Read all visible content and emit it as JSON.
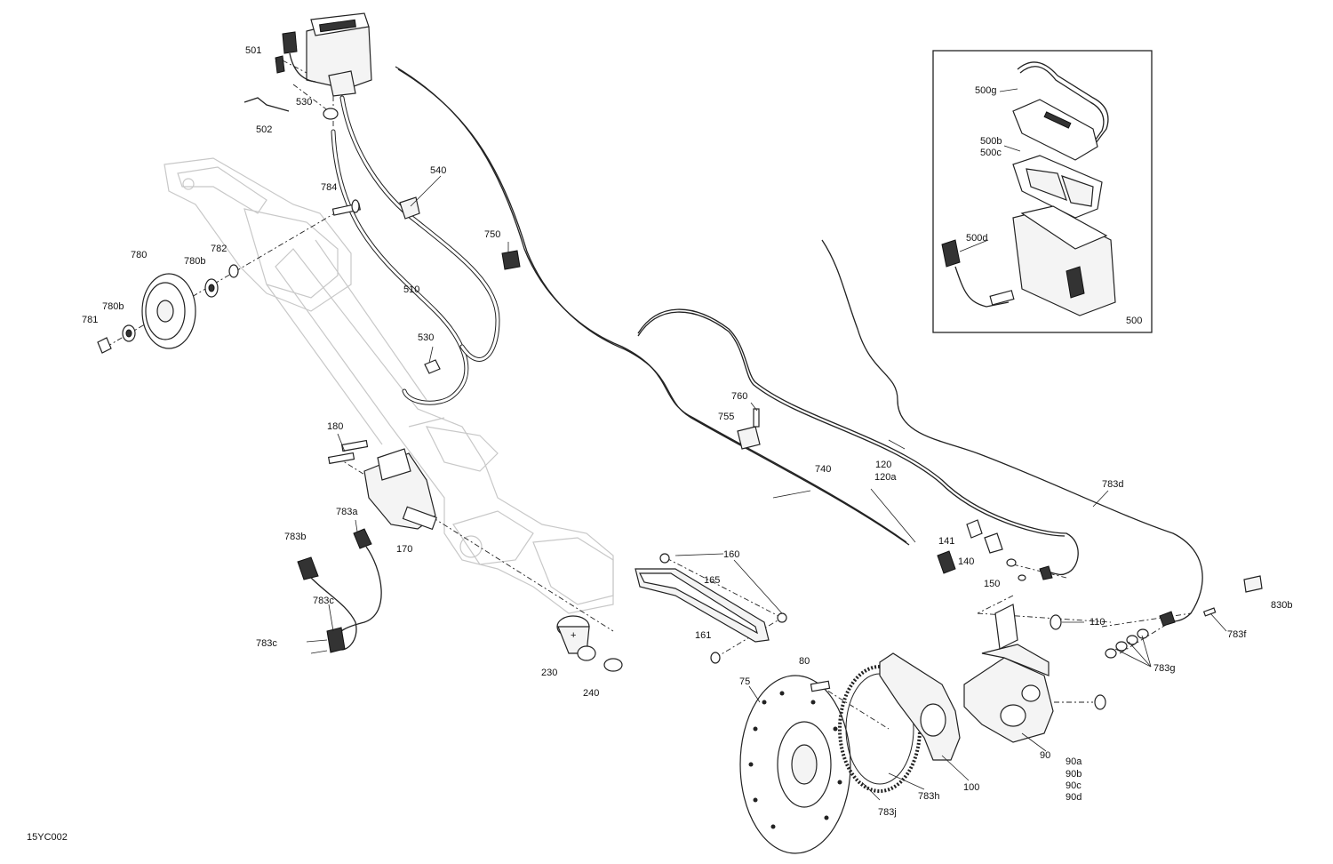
{
  "diagram_code": "15YC002",
  "inset_part": "500",
  "labels": {
    "l501": "501",
    "l502": "502",
    "l530a": "530",
    "l540": "540",
    "l784": "784",
    "l750": "750",
    "l510": "510",
    "l530b": "530",
    "l780": "780",
    "l780b_top": "780b",
    "l782": "782",
    "l780b_left": "780b",
    "l781": "781",
    "l180": "180",
    "l170": "170",
    "l783a": "783a",
    "l783b": "783b",
    "l783c_a": "783c",
    "l783c_b": "783c",
    "l230": "230",
    "l240": "240",
    "l160": "160",
    "l165": "165",
    "l161": "161",
    "l80": "80",
    "l75": "75",
    "l760": "760",
    "l755": "755",
    "l740": "740",
    "l120": "120",
    "l120a": "120a",
    "l783d": "783d",
    "l141": "141",
    "l140": "140",
    "l150": "150",
    "l110": "110",
    "l830b": "830b",
    "l783f": "783f",
    "l783g": "783g",
    "l90": "90",
    "l90a": "90a",
    "l90b": "90b",
    "l90c": "90c",
    "l90d": "90d",
    "l100": "100",
    "l783h": "783h",
    "l783j": "783j",
    "l500g": "500g",
    "l500b": "500b",
    "l500c": "500c",
    "l500d": "500d"
  }
}
